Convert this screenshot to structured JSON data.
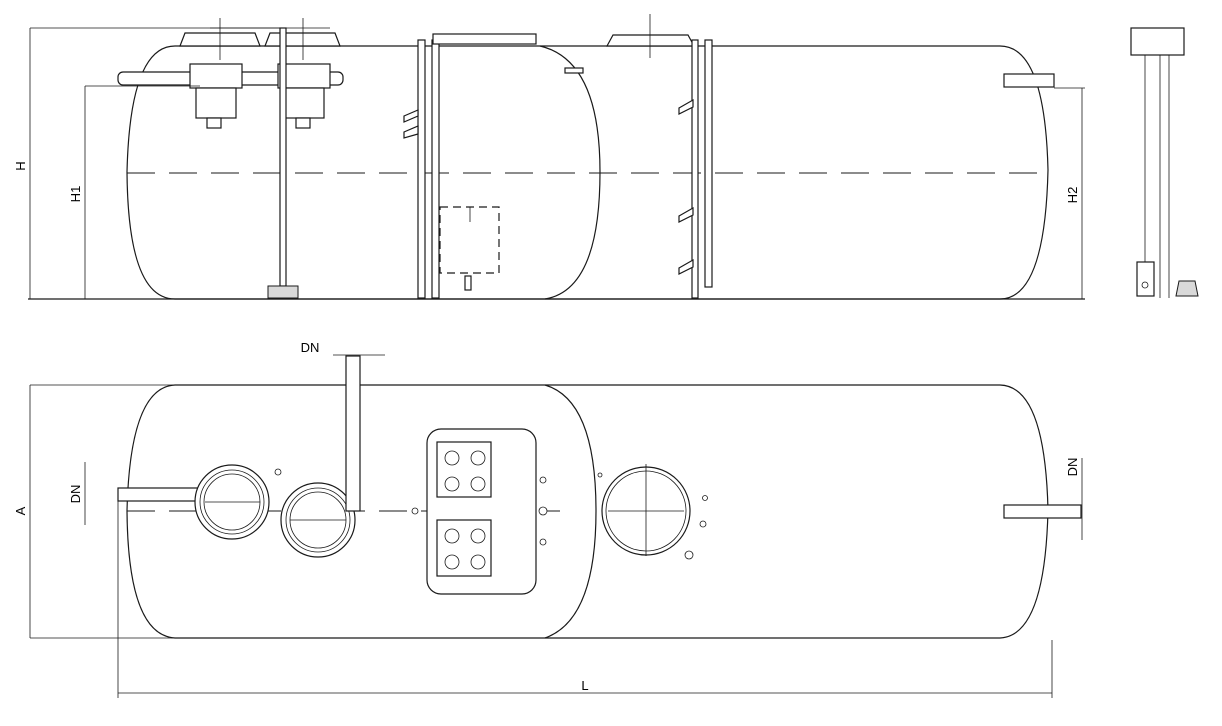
{
  "labels": {
    "h": "H",
    "h1": "H1",
    "h2": "H2",
    "a": "A",
    "l": "L",
    "dn_top": "DN",
    "dn_left": "DN",
    "dn_right": "DN"
  },
  "colors": {
    "line": "#1a1a1a",
    "background": "#ffffff",
    "fill": "#d9d9d9"
  }
}
